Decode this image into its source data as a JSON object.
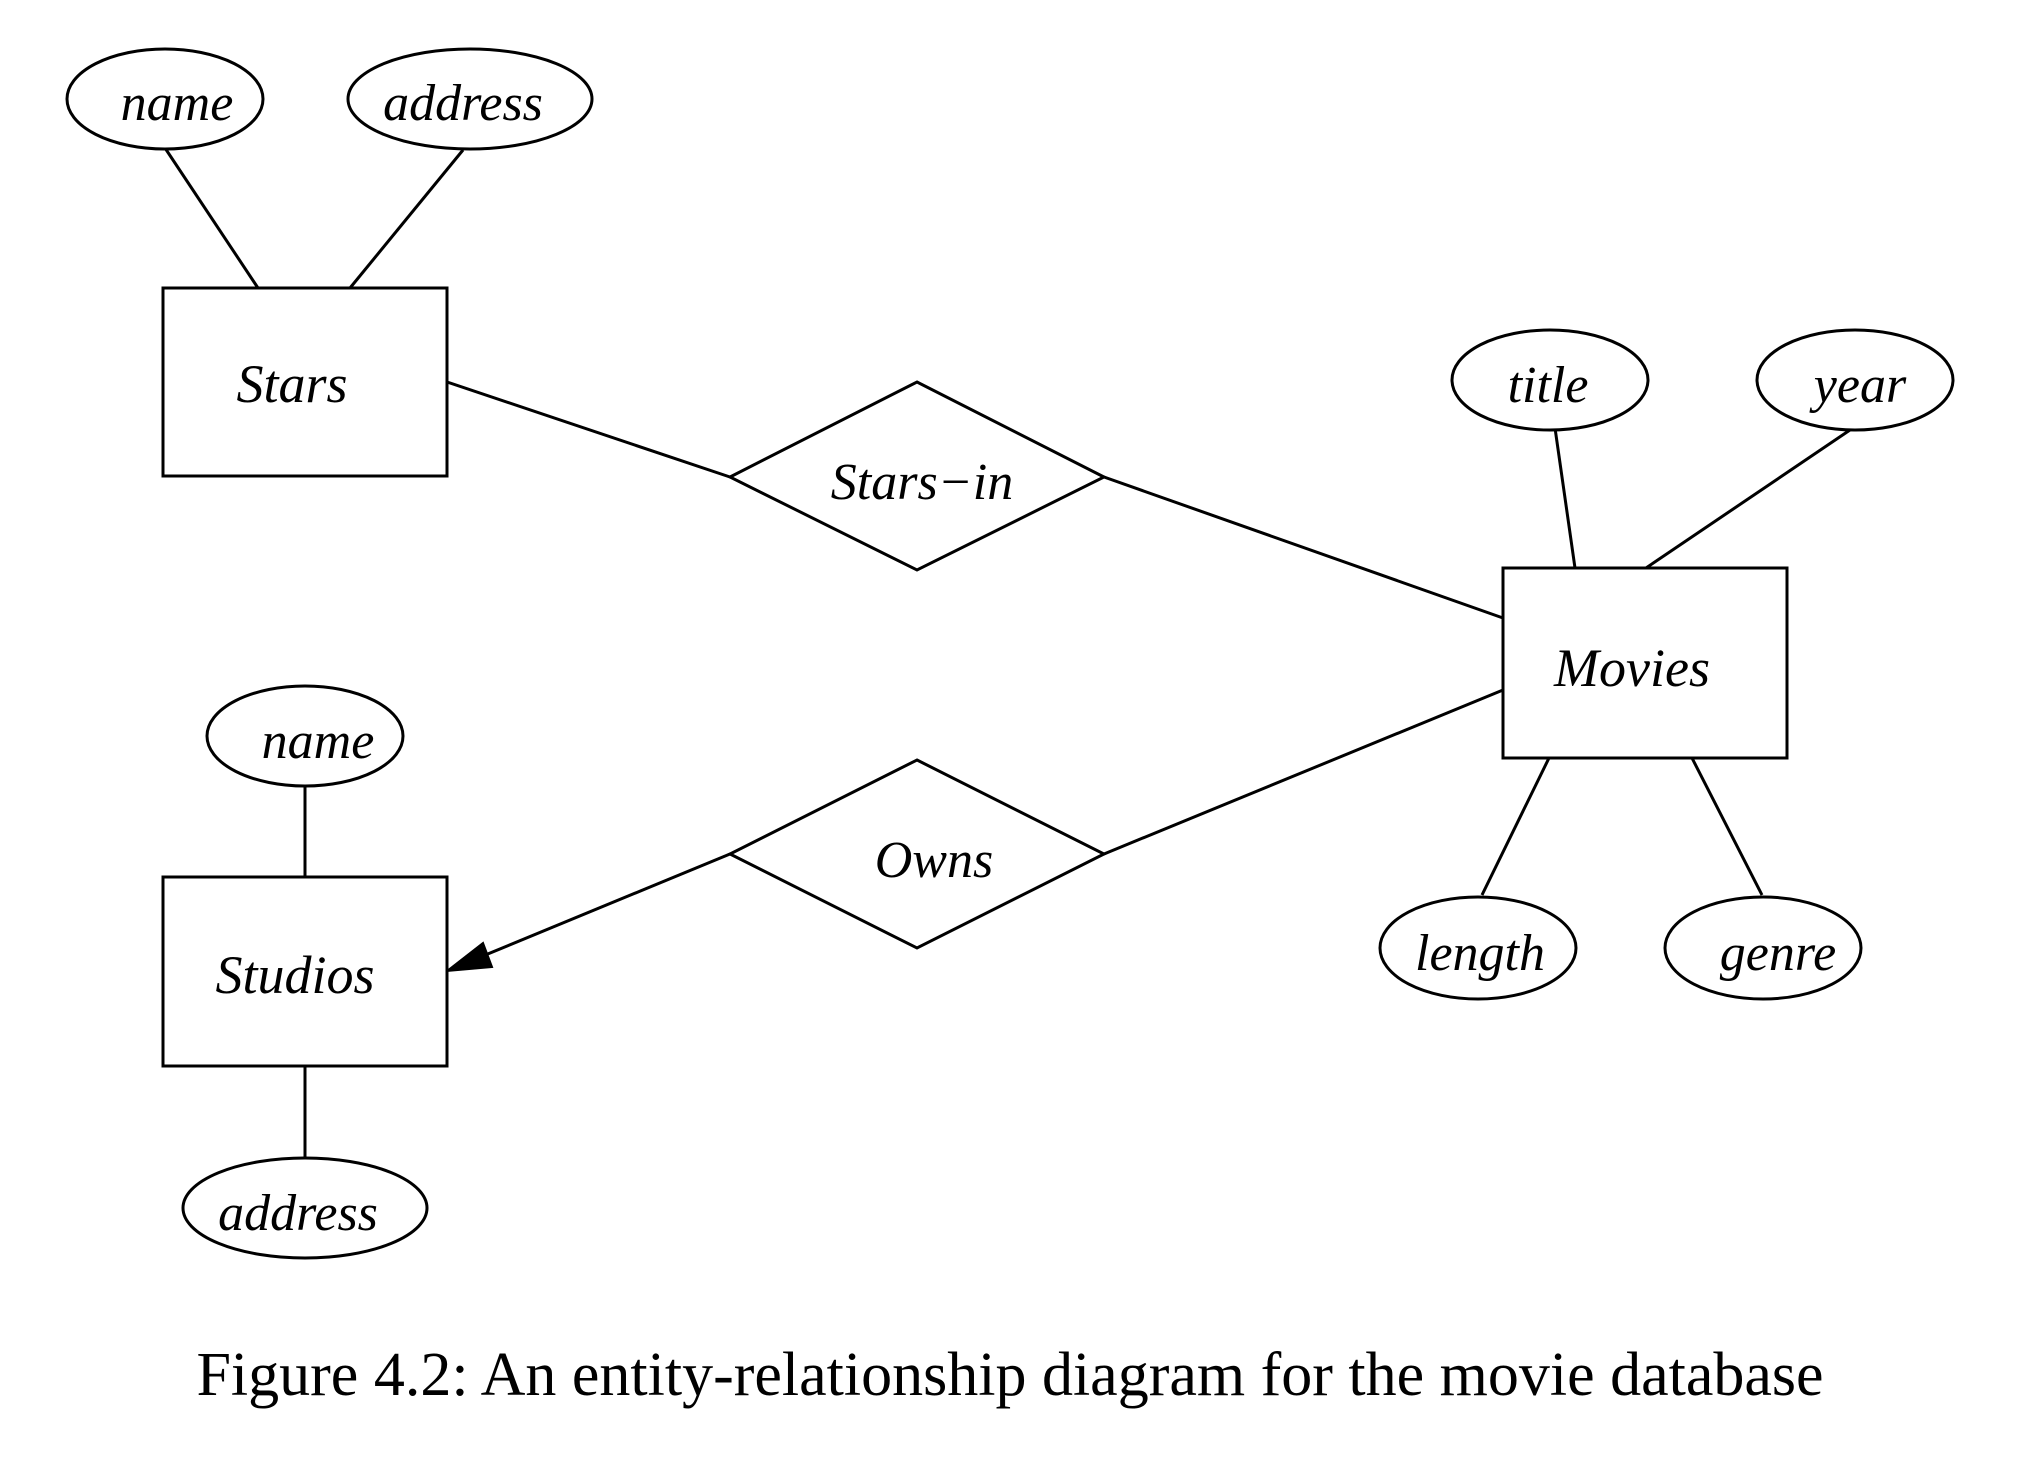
{
  "diagram": {
    "entities": {
      "stars": "Stars",
      "movies": "Movies",
      "studios": "Studios"
    },
    "relationships": {
      "stars_in": "Stars−in",
      "owns": "Owns"
    },
    "attributes": {
      "stars_name": "name",
      "stars_address": "address",
      "movies_title": "title",
      "movies_year": "year",
      "movies_length": "length",
      "movies_genre": "genre",
      "studios_name": "name",
      "studios_address": "address"
    },
    "colors": {
      "stroke": "#000000",
      "background": "#ffffff"
    }
  },
  "caption": "Figure 4.2: An entity-relationship diagram for the movie database"
}
